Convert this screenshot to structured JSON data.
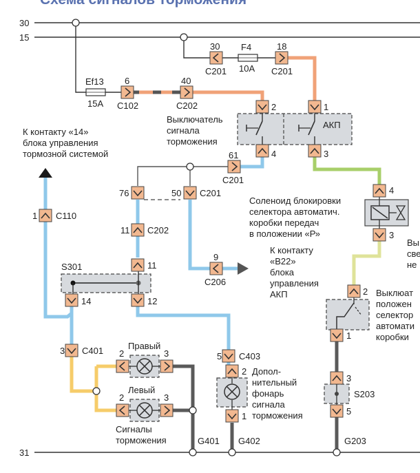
{
  "title": "Схема сигналов торможения",
  "colors": {
    "orange": "#f0a278",
    "blue": "#8fc8ea",
    "green": "#a8cf6a",
    "yellow_green": "#dfe39a",
    "yellow": "#f6cc6a",
    "dark": "#555555",
    "connector": "#f2b890",
    "component_fill": "#d7dade",
    "title": "#5a72b0"
  },
  "rails": {
    "r30": "30",
    "r15": "15",
    "r31": "31"
  },
  "fuses": {
    "f4": {
      "name": "F4",
      "rating": "10A"
    },
    "ef13": {
      "name": "Ef13",
      "rating": "15A"
    }
  },
  "connectors": {
    "c201_30": {
      "pin": "30",
      "name": "C201"
    },
    "c201_18": {
      "pin": "18",
      "name": "C201"
    },
    "c102_6": {
      "pin": "6",
      "name": "C102"
    },
    "c202_40": {
      "pin": "40",
      "name": "C202"
    },
    "c201_61": {
      "pin": "61",
      "name": "C201"
    },
    "c201_76": {
      "pin": "76"
    },
    "c201_50": {
      "pin": "50",
      "name": "C201"
    },
    "c202_11": {
      "pin": "11",
      "name": "C202"
    },
    "c110_1": {
      "pin": "1",
      "name": "C110"
    },
    "c206_9": {
      "pin": "9",
      "name": "C206"
    },
    "c401_3": {
      "pin": "3",
      "name": "C401"
    },
    "c403_5": {
      "pin": "5",
      "name": "C403"
    }
  },
  "brake_switch": {
    "label": [
      "Выключатель",
      "сигнала",
      "торможения"
    ],
    "pin_top": "2",
    "pin_bottom": "4"
  },
  "akp_switch": {
    "label": "АКП",
    "pin_top": "1",
    "pin_bottom": "3"
  },
  "solenoid": {
    "label": [
      "Соленоид блокировки",
      "селектора автоматич.",
      "коробки передач",
      "в положении «Р»"
    ],
    "pin_top": "4",
    "pin_bottom": "3"
  },
  "right_cut_label": [
    "Вы",
    "све",
    "не"
  ],
  "selector_switch": {
    "label": [
      "Выклюат",
      "положен",
      "селектор",
      "автомати",
      "коробки"
    ],
    "pin_top": "2",
    "pin_bottom": "1"
  },
  "s301": {
    "name": "S301",
    "pin_top": "11",
    "pin_left": "14",
    "pin_right": "12"
  },
  "s203": {
    "name": "S203",
    "pin_top": "3",
    "pin_bottom": "5"
  },
  "abs_link": {
    "label": [
      "К контакту «14»",
      "блока управления",
      "тормозной системой"
    ]
  },
  "tcm_link": {
    "label": [
      "К контакту",
      "«В22»",
      "блока",
      "управления",
      "АКП"
    ]
  },
  "lamp_right": {
    "label": "Правый",
    "pin_left": "2",
    "pin_right": "3"
  },
  "lamp_left": {
    "label": "Левый",
    "pin_left": "2",
    "pin_right": "3"
  },
  "stop_lamps_label": [
    "Сигналы",
    "торможения"
  ],
  "extra_lamp": {
    "label": [
      "Допол-",
      "нительный",
      "фонарь",
      "сигнала",
      "торможения"
    ],
    "pin_top": "2",
    "pin_bottom": "1"
  },
  "grounds": {
    "g401": "G401",
    "g402": "G402",
    "g203": "G203"
  }
}
